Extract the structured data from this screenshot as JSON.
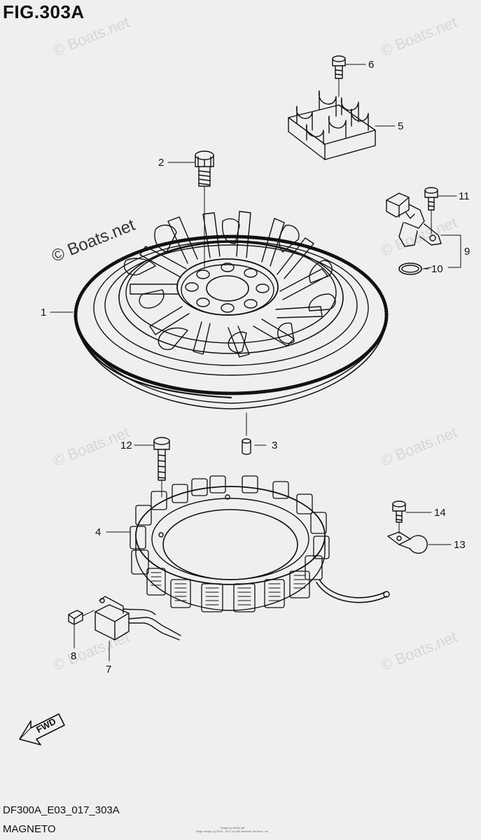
{
  "figure": {
    "title": "FIG.303A",
    "code": "DF300A_E03_017_303A",
    "name": "MAGNETO",
    "copyright_line1": "Image by Boats.net",
    "copyright_line2": "Page design (c) 2004 - 2017 by ARI Network Services, Inc."
  },
  "watermarks": [
    "© Boats.net",
    "© Boats.net",
    "© Boats.net",
    "© Boats.net",
    "© Boats.net",
    "© Boats.net",
    "© Boats.net",
    "© Boats.net"
  ],
  "callouts": [
    "1",
    "2",
    "3",
    "4",
    "5",
    "6",
    "7",
    "8",
    "9",
    "10",
    "11",
    "12",
    "13",
    "14"
  ],
  "parts": {
    "flywheel": "flywheel",
    "bolt_2": "flywheel-bolt",
    "pin_3": "dowel-pin",
    "stator_4": "stator",
    "clamp_5": "wire-clamp",
    "bolt_6": "clamp-bolt",
    "pickup_7": "pulser-coil",
    "screw_8": "pulser-screw",
    "sensor_9": "crank-position-sensor",
    "oring_10": "o-ring",
    "bolt_11": "sensor-bolt",
    "bolt_12": "stator-bolt",
    "clamp_13": "cable-clamp",
    "bolt_14": "cable-clamp-bolt"
  },
  "direction_label": "FWD",
  "colors": {
    "background": "#efefef",
    "line": "#111111",
    "watermark": "#d6d6d6"
  }
}
